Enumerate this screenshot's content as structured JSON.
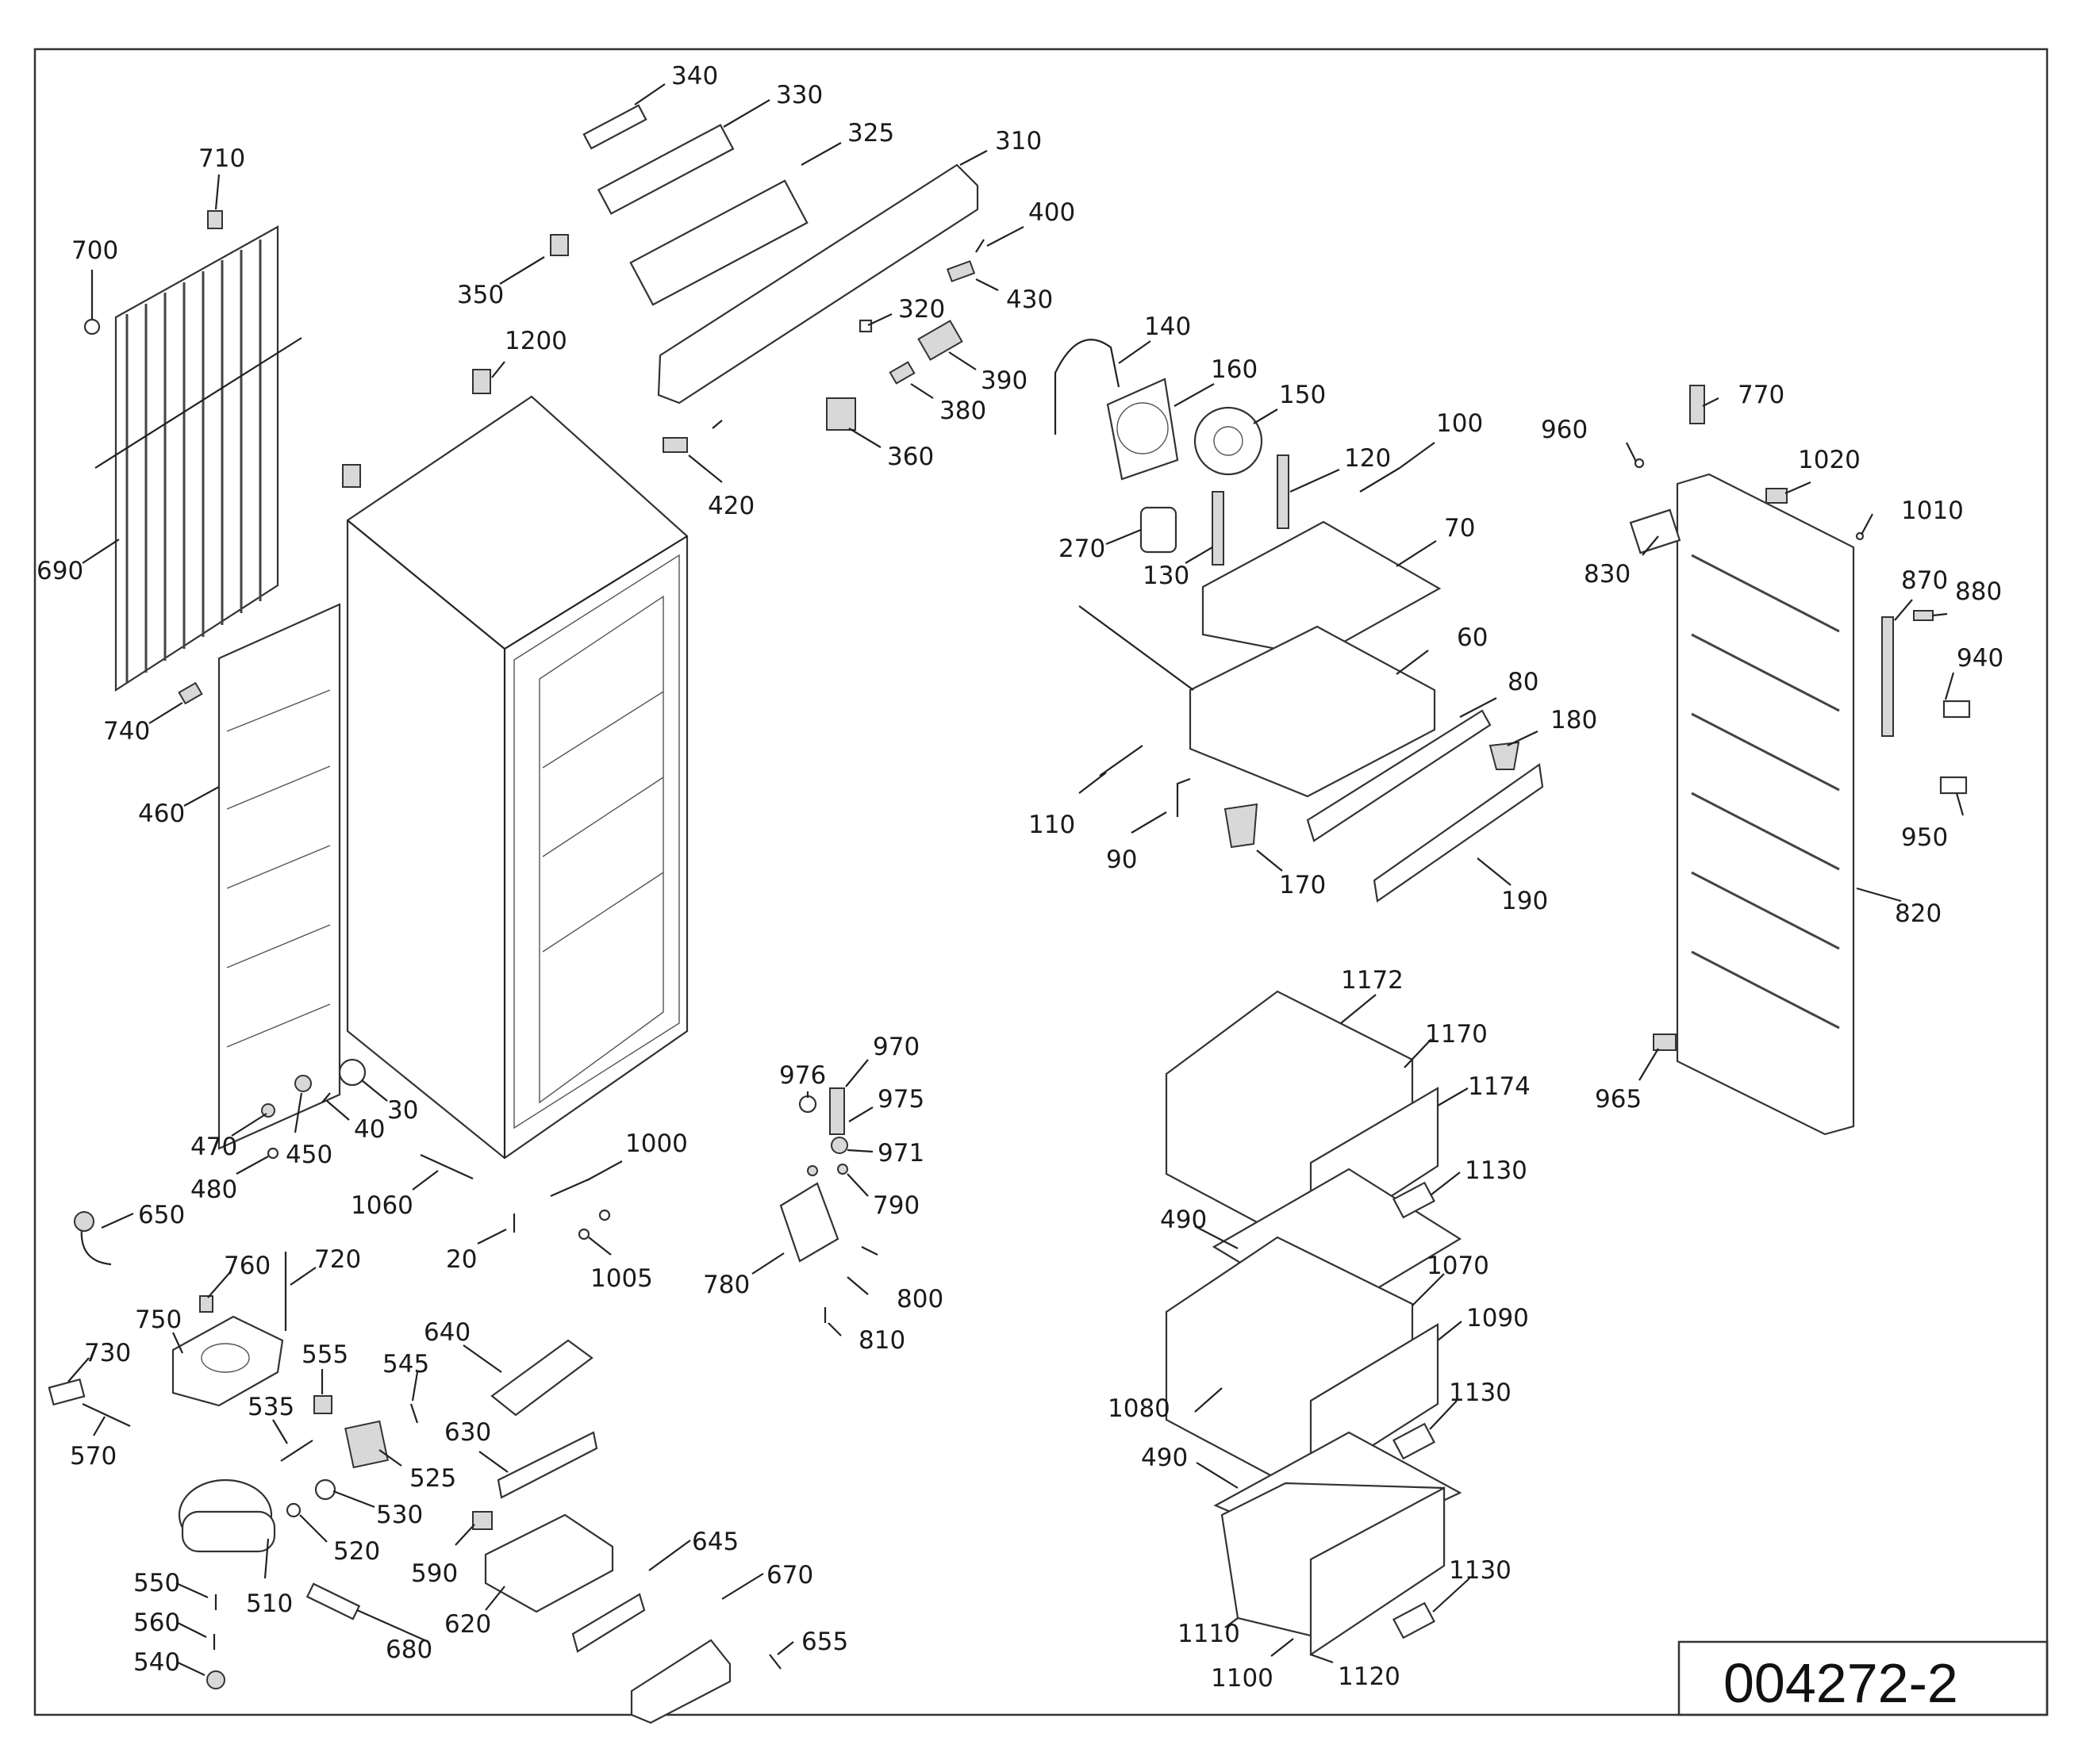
{
  "diagram": {
    "code": "004272-2",
    "labels": [
      {
        "id": "l340",
        "text": "340"
      },
      {
        "id": "l330",
        "text": "330"
      },
      {
        "id": "l325",
        "text": "325"
      },
      {
        "id": "l310",
        "text": "310"
      },
      {
        "id": "l400",
        "text": "400"
      },
      {
        "id": "l430",
        "text": "430"
      },
      {
        "id": "l350",
        "text": "350"
      },
      {
        "id": "l320",
        "text": "320"
      },
      {
        "id": "l390",
        "text": "390"
      },
      {
        "id": "l380",
        "text": "380"
      },
      {
        "id": "l360",
        "text": "360"
      },
      {
        "id": "l420",
        "text": "420"
      },
      {
        "id": "l1200",
        "text": "1200"
      },
      {
        "id": "l710",
        "text": "710"
      },
      {
        "id": "l700",
        "text": "700"
      },
      {
        "id": "l690",
        "text": "690"
      },
      {
        "id": "l740",
        "text": "740"
      },
      {
        "id": "l460",
        "text": "460"
      },
      {
        "id": "l470",
        "text": "470"
      },
      {
        "id": "l450",
        "text": "450"
      },
      {
        "id": "l40",
        "text": "40"
      },
      {
        "id": "l30",
        "text": "30"
      },
      {
        "id": "l480",
        "text": "480"
      },
      {
        "id": "l1060",
        "text": "1060"
      },
      {
        "id": "l1000",
        "text": "1000"
      },
      {
        "id": "l20",
        "text": "20"
      },
      {
        "id": "l1005",
        "text": "1005"
      },
      {
        "id": "l650",
        "text": "650"
      },
      {
        "id": "l760",
        "text": "760"
      },
      {
        "id": "l720",
        "text": "720"
      },
      {
        "id": "l750",
        "text": "750"
      },
      {
        "id": "l730",
        "text": "730"
      },
      {
        "id": "l555",
        "text": "555"
      },
      {
        "id": "l545",
        "text": "545"
      },
      {
        "id": "l640",
        "text": "640"
      },
      {
        "id": "l535",
        "text": "535"
      },
      {
        "id": "l570",
        "text": "570"
      },
      {
        "id": "l630",
        "text": "630"
      },
      {
        "id": "l525",
        "text": "525"
      },
      {
        "id": "l530",
        "text": "530"
      },
      {
        "id": "l520",
        "text": "520"
      },
      {
        "id": "l510",
        "text": "510"
      },
      {
        "id": "l550",
        "text": "550"
      },
      {
        "id": "l560",
        "text": "560"
      },
      {
        "id": "l540",
        "text": "540"
      },
      {
        "id": "l590",
        "text": "590"
      },
      {
        "id": "l620",
        "text": "620"
      },
      {
        "id": "l645",
        "text": "645"
      },
      {
        "id": "l670",
        "text": "670"
      },
      {
        "id": "l680",
        "text": "680"
      },
      {
        "id": "l655",
        "text": "655"
      },
      {
        "id": "l976",
        "text": "976"
      },
      {
        "id": "l970",
        "text": "970"
      },
      {
        "id": "l975",
        "text": "975"
      },
      {
        "id": "l971",
        "text": "971"
      },
      {
        "id": "l790",
        "text": "790"
      },
      {
        "id": "l780",
        "text": "780"
      },
      {
        "id": "l800",
        "text": "800"
      },
      {
        "id": "l810",
        "text": "810"
      },
      {
        "id": "l140",
        "text": "140"
      },
      {
        "id": "l160",
        "text": "160"
      },
      {
        "id": "l150",
        "text": "150"
      },
      {
        "id": "l100",
        "text": "100"
      },
      {
        "id": "l120",
        "text": "120"
      },
      {
        "id": "l270",
        "text": "270"
      },
      {
        "id": "l130",
        "text": "130"
      },
      {
        "id": "l70",
        "text": "70"
      },
      {
        "id": "l60",
        "text": "60"
      },
      {
        "id": "l80",
        "text": "80"
      },
      {
        "id": "l180",
        "text": "180"
      },
      {
        "id": "l110",
        "text": "110"
      },
      {
        "id": "l90",
        "text": "90"
      },
      {
        "id": "l170",
        "text": "170"
      },
      {
        "id": "l190",
        "text": "190"
      },
      {
        "id": "l770",
        "text": "770"
      },
      {
        "id": "l960",
        "text": "960"
      },
      {
        "id": "l1020",
        "text": "1020"
      },
      {
        "id": "l1010",
        "text": "1010"
      },
      {
        "id": "l830",
        "text": "830"
      },
      {
        "id": "l870",
        "text": "870"
      },
      {
        "id": "l880",
        "text": "880"
      },
      {
        "id": "l940",
        "text": "940"
      },
      {
        "id": "l950",
        "text": "950"
      },
      {
        "id": "l820",
        "text": "820"
      },
      {
        "id": "l965",
        "text": "965"
      },
      {
        "id": "l1172",
        "text": "1172"
      },
      {
        "id": "l1170",
        "text": "1170"
      },
      {
        "id": "l1174",
        "text": "1174"
      },
      {
        "id": "l1130a",
        "text": "1130"
      },
      {
        "id": "l490a",
        "text": "490"
      },
      {
        "id": "l1070",
        "text": "1070"
      },
      {
        "id": "l1090",
        "text": "1090"
      },
      {
        "id": "l1080",
        "text": "1080"
      },
      {
        "id": "l1130b",
        "text": "1130"
      },
      {
        "id": "l490b",
        "text": "490"
      },
      {
        "id": "l1130c",
        "text": "1130"
      },
      {
        "id": "l1110",
        "text": "1110"
      },
      {
        "id": "l1100",
        "text": "1100"
      },
      {
        "id": "l1120",
        "text": "1120"
      }
    ]
  }
}
